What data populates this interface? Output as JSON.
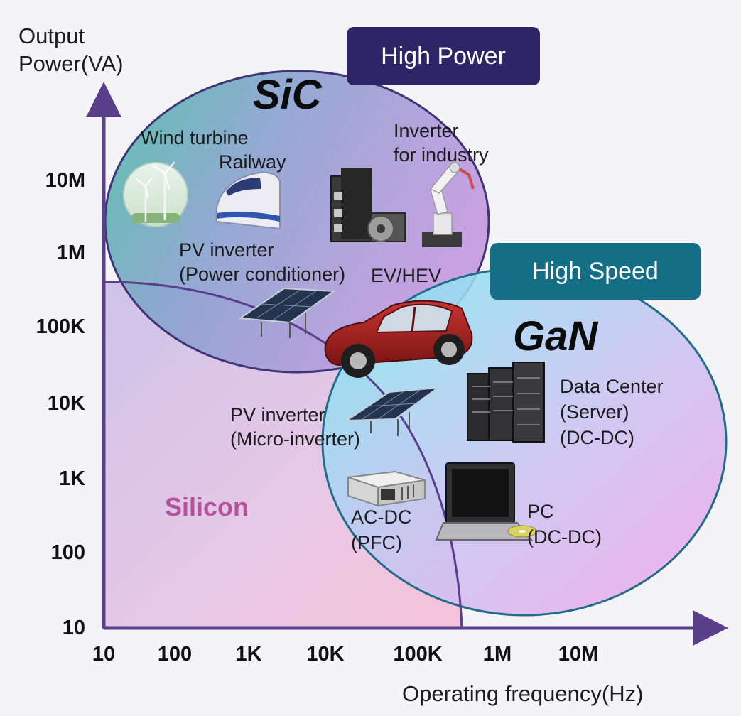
{
  "axes": {
    "y_title_line1": "Output",
    "y_title_line2": "Power(VA)",
    "x_title": "Operating frequency(Hz)",
    "y_ticks": [
      "10",
      "100",
      "1K",
      "10K",
      "100K",
      "1M",
      "10M"
    ],
    "x_ticks": [
      "10",
      "100",
      "1K",
      "10K",
      "100K",
      "1M",
      "10M"
    ],
    "axis_color": "#5a3f8a"
  },
  "regions": {
    "sic": {
      "title": "SiC",
      "badge": "High Power",
      "badge_color": "#2e2566"
    },
    "gan": {
      "title": "GaN",
      "badge": "High Speed",
      "badge_color": "#146f86"
    },
    "silicon": {
      "title": "Silicon",
      "color": "#b5519c"
    }
  },
  "applications": {
    "wind": "Wind turbine",
    "railway": "Railway",
    "inverter_l1": "Inverter",
    "inverter_l2": "for industry",
    "pv_l1": "PV inverter",
    "pv_l2": "(Power conditioner)",
    "ev": "EV/HEV",
    "pvm_l1": "PV inverter",
    "pvm_l2": "(Micro-inverter)",
    "dc_l1": "Data Center",
    "dc_l2": "(Server)",
    "dc_l3": "(DC-DC)",
    "acdc_l1": "AC-DC",
    "acdc_l2": "(PFC)",
    "pc_l1": "PC",
    "pc_l2": "(DC-DC)"
  },
  "icons": [
    "wind-turbine-icon",
    "train-icon",
    "servo-drive-icon",
    "robot-arm-icon",
    "solar-panel-icon",
    "car-icon",
    "server-rack-icon",
    "power-supply-icon",
    "laptop-icon"
  ]
}
